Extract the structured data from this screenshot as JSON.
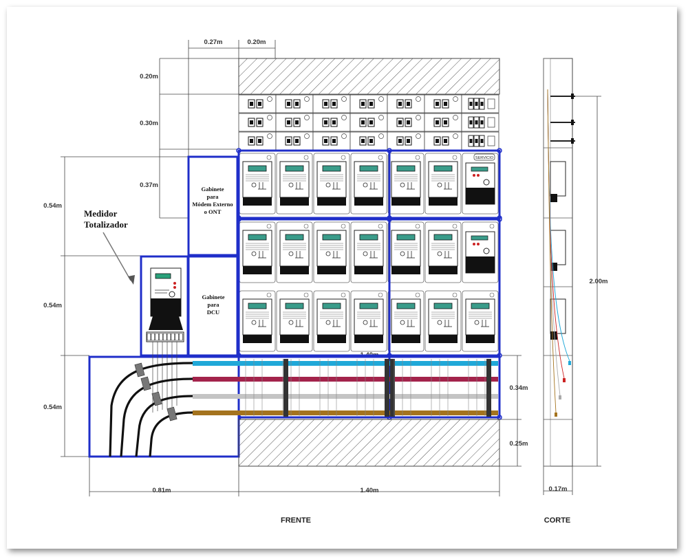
{
  "labels": {
    "medidor_line1": "Medidor",
    "medidor_line2": "Totalizador",
    "gab_modem": [
      "Gabinete",
      "para",
      "Módem Externo",
      "o ONT"
    ],
    "gab_dcu": [
      "Gabinete",
      "para",
      "DCU"
    ],
    "servicio": "SERVICIO",
    "frente": "FRENTE",
    "corte": "CORTE"
  },
  "dimensions": {
    "top_w1": "0.27m",
    "top_w2": "0.20m",
    "h_top": "0.20m",
    "h_breakers": "0.30m",
    "h_row1": "0.37m",
    "left_h1": "0.54m",
    "left_h2": "0.54m",
    "left_h3": "0.54m",
    "bus_width": "1.40m",
    "bus_h": "0.34m",
    "base_h": "0.25m",
    "bottom_w1": "0.81m",
    "bottom_w2": "1.40m",
    "total_h": "2.00m",
    "depth": "0.17m"
  },
  "colors": {
    "frame_blue": "#1f2ec9",
    "bus_cyan": "#20a8d8",
    "bus_red": "#a3234b",
    "bus_gray": "#c4c4c4",
    "bus_brown": "#a4731e"
  }
}
